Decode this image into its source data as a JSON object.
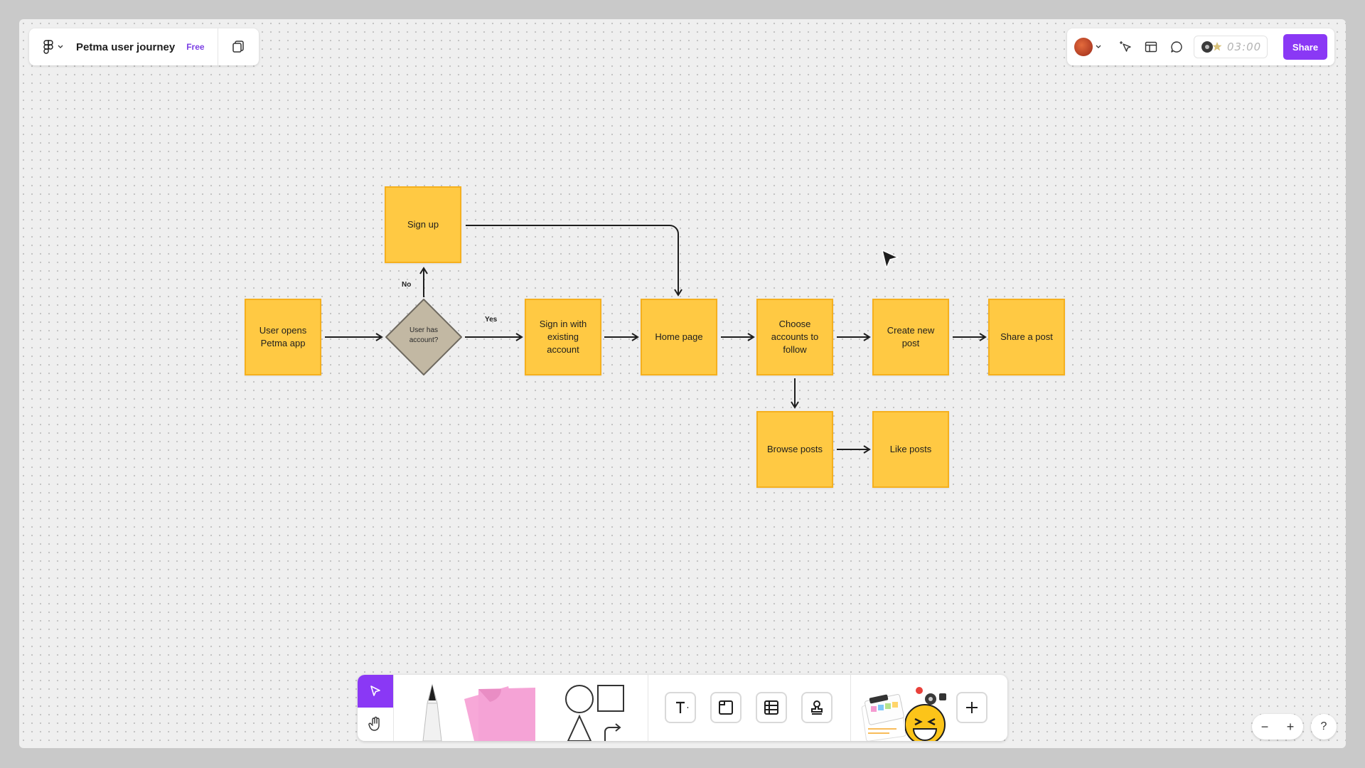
{
  "file": {
    "title": "Petma user journey",
    "plan_badge": "Free"
  },
  "header_right": {
    "timer": "03:00",
    "share_label": "Share"
  },
  "flowchart": {
    "nodes": {
      "start": "User opens Petma app",
      "decision": "User has account?",
      "signup": "Sign up",
      "signin": "Sign in with existing account",
      "home": "Home page",
      "choose": "Choose accounts to follow",
      "create": "Create new post",
      "share": "Share a post",
      "browse": "Browse posts",
      "like": "Like posts"
    },
    "labels": {
      "no": "No",
      "yes": "Yes"
    }
  },
  "colors": {
    "sticky": "#ffc943",
    "sticky_border": "#f5b01e",
    "decision": "#c2b8a3",
    "accent": "#8a38f5"
  },
  "zoom": {
    "minus": "−",
    "plus": "+",
    "help": "?"
  }
}
